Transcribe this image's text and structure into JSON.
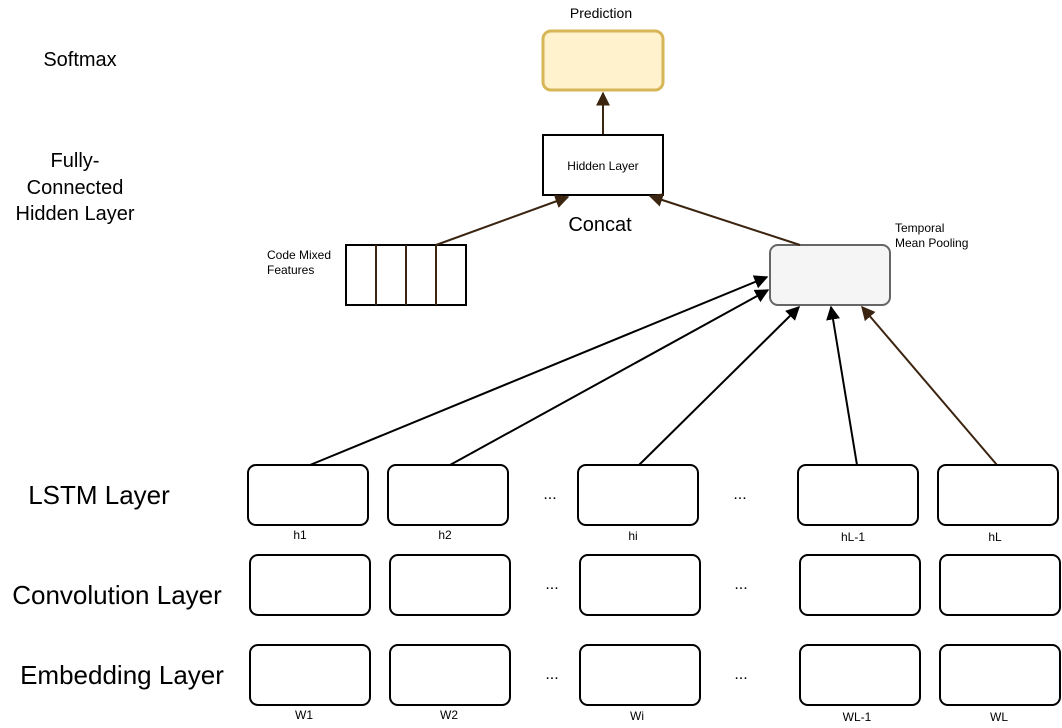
{
  "layer_labels": {
    "softmax": "Softmax",
    "fc_line1": "Fully-",
    "fc_line2": "Connected",
    "fc_line3": "Hidden Layer",
    "lstm": "LSTM Layer",
    "conv": "Convolution Layer",
    "embed": "Embedding Layer"
  },
  "top": {
    "prediction": "Prediction",
    "hidden_layer": "Hidden Layer",
    "concat": "Concat",
    "code_mixed_line1": "Code Mixed",
    "code_mixed_line2": "Features",
    "pooling_line1": "Temporal",
    "pooling_line2": "Mean Pooling"
  },
  "hidden_labels": [
    "h1",
    "h2",
    "hi",
    "hL-1",
    "hL"
  ],
  "word_labels": [
    "W1",
    "W2",
    "Wi",
    "WL-1",
    "WL"
  ],
  "ellipsis": "...",
  "colors": {
    "prediction_fill": "#fff2cc",
    "prediction_stroke": "#d6b656",
    "pool_fill": "#f5f5f5",
    "pool_stroke": "#666666",
    "arrow_brown": "#3b2410"
  }
}
